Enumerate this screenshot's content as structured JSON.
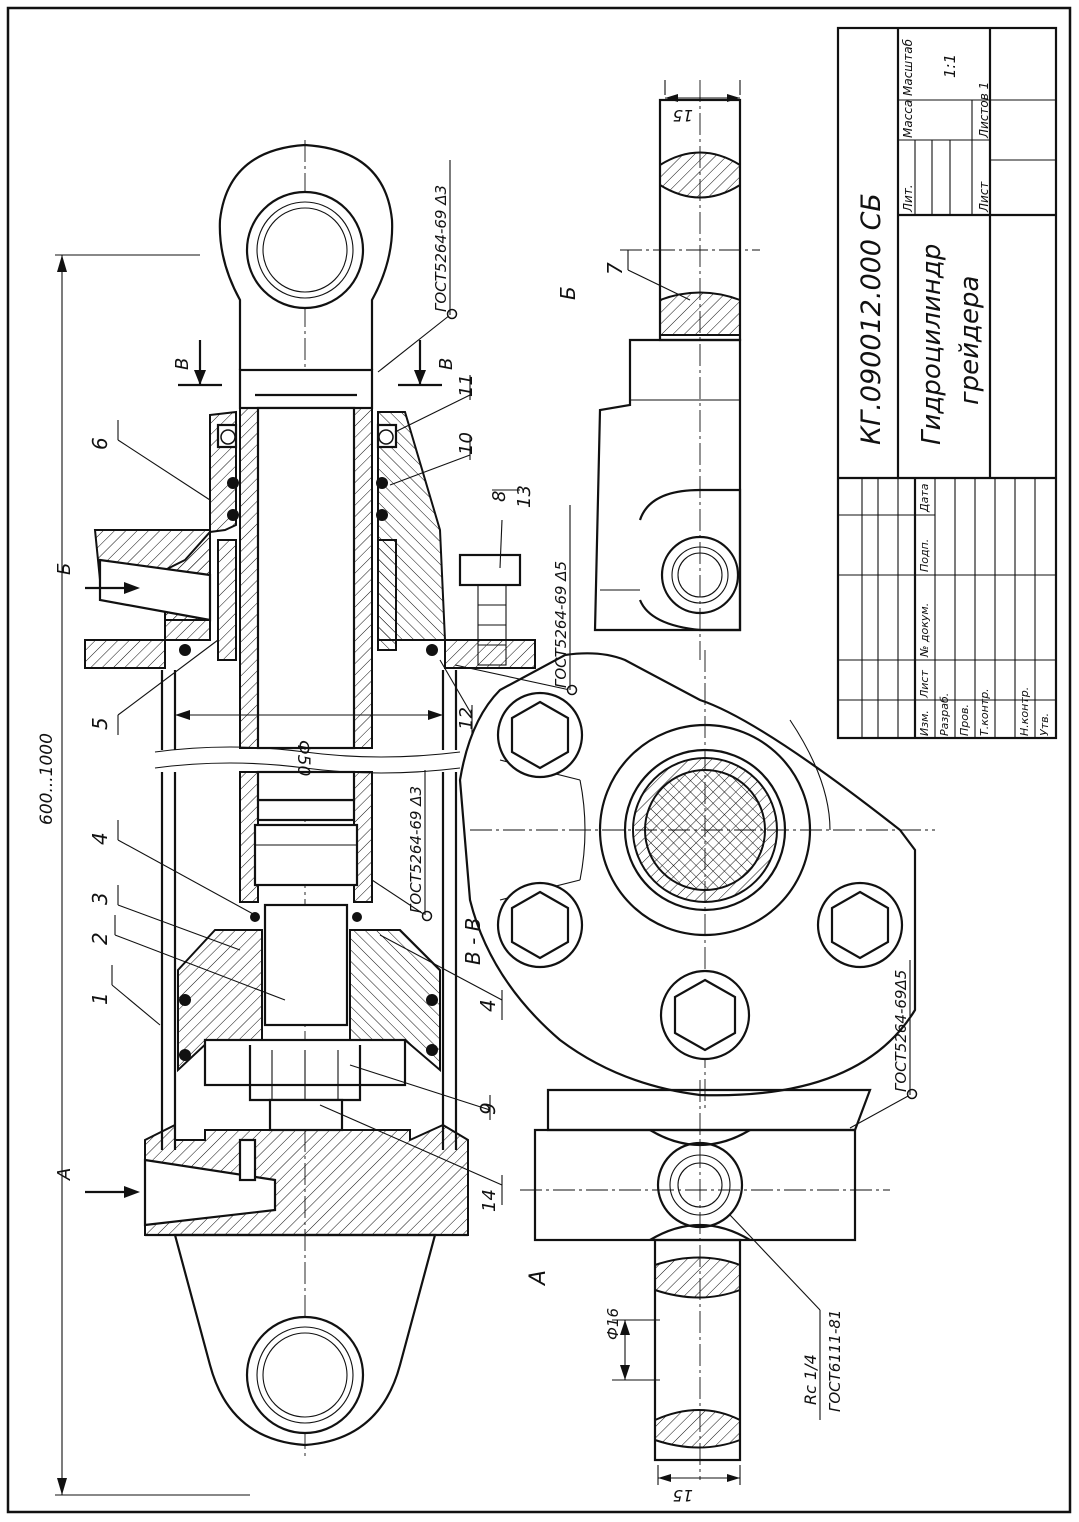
{
  "title_block": {
    "designation": "КГ.090012.000 СБ",
    "name_line1": "Гидроцилиндр",
    "name_line2": "грейдера",
    "col_lit": "Лит.",
    "col_mass": "Масса",
    "col_scale": "Масштаб",
    "scale": "1:1",
    "sheet": "Лист",
    "sheets": "Листов 1",
    "rev_headers": [
      "Изм.",
      "Лист",
      "№ докум.",
      "Подп.",
      "Дата"
    ],
    "rows": [
      "Разраб.",
      "Пров.",
      "Т.контр.",
      "Н.контр.",
      "Утв."
    ]
  },
  "callouts": {
    "p1": "1",
    "p2": "2",
    "p3": "3",
    "p4a": "4",
    "p4b": "4",
    "p5": "5",
    "p6": "6",
    "p7": "7",
    "p8": "8",
    "p9": "9",
    "p10": "10",
    "p11": "11",
    "p12": "12",
    "p13": "13",
    "p14": "14"
  },
  "annotations": {
    "weld1": "ГОСТ5264-69 Δ3",
    "weld2": "ГОСТ5264-69 Δ5",
    "weld3": "ГОСТ5264-69 Δ3",
    "weld4": "ГОСТ5264-69Δ5",
    "thread_top": "Rc 1/4",
    "thread_bottom": "ГОСТ6111-81",
    "dim_length": "600...1000",
    "dim_bore": "Ф50",
    "dim_15_top": "15",
    "dim_15_bottom": "15",
    "dim_d16": "Ф16"
  },
  "views": {
    "A_arrow": "А",
    "A_view": "А",
    "B_arrow": "Б",
    "B_view": "Б",
    "V_left": "В",
    "V_right": "В",
    "section": "В - В"
  }
}
